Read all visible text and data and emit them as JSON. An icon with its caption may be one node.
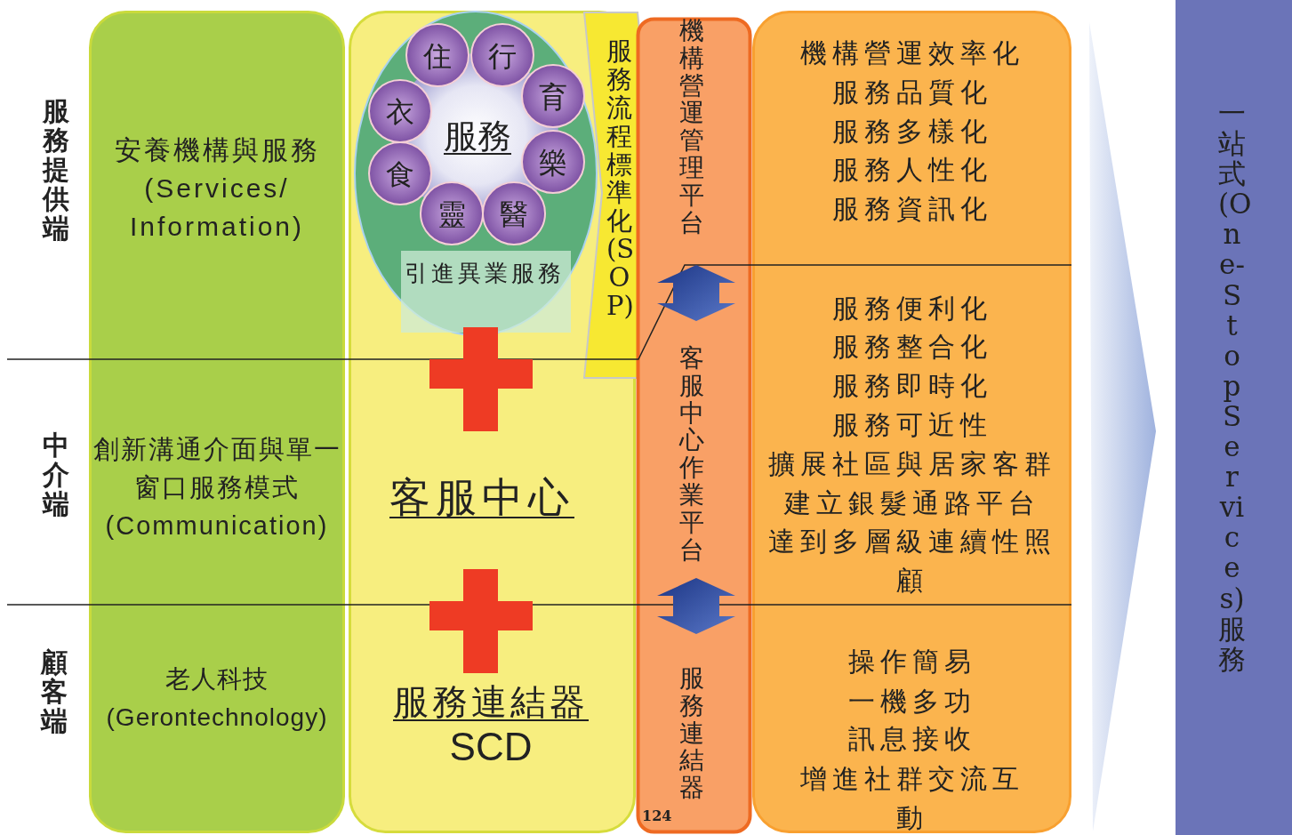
{
  "diagram": {
    "nodes": [
      {
        "text": [
          "安養機構與服務 (Services/ Information)",
          "創新溝通介面與單一窗口服務模式 (Communication)",
          "老人科技 (Gerontechnology)"
        ]
      },
      {
        "text": [
          "客服中心",
          "服務連結器",
          "SCD"
        ]
      },
      {
        "text": [
          "服務"
        ],
        "in": 1
      },
      {
        "text": [
          "住"
        ],
        "in": 2
      },
      {
        "text": [
          "行"
        ],
        "in": 2
      },
      {
        "text": [
          "衣"
        ],
        "in": 2
      },
      {
        "text": [
          "育"
        ],
        "in": 2
      },
      {
        "text": [
          "食"
        ],
        "in": 2
      },
      {
        "text": [
          "樂"
        ],
        "in": 2
      },
      {
        "text": [
          "靈"
        ],
        "in": 2
      },
      {
        "text": [
          "醫"
        ],
        "in": 2
      },
      {
        "text": [
          "引進異業服務"
        ],
        "in": 2
      },
      {
        "text": [
          "服務流程標準化(SOP)"
        ]
      },
      {
        "text": [
          "機構營運管理平台",
          "客服中心作業平台",
          "服務連結器"
        ]
      },
      {
        "text": [
          "機構營運效率化",
          "服務品質化",
          "服務多樣化",
          "服務人性化",
          "服務資訊化",
          "服務便利化",
          "服務整合化",
          "服務即時化",
          "服務可近性",
          "擴展社區與居家客群",
          "建立銀髮通路平台",
          "達到多層級連續性照顧",
          "操作簡易",
          "一機多功",
          "訊息接收",
          "增進社群交流互動"
        ]
      },
      {
        "text": [
          "一站式(One-Stop Services)服務"
        ]
      }
    ],
    "edges": [
      {
        "from": 14,
        "to": 15,
        "arrow": "to"
      }
    ],
    "labels": [
      "服務提供端",
      "中介端",
      "顧客端",
      "124"
    ]
  }
}
